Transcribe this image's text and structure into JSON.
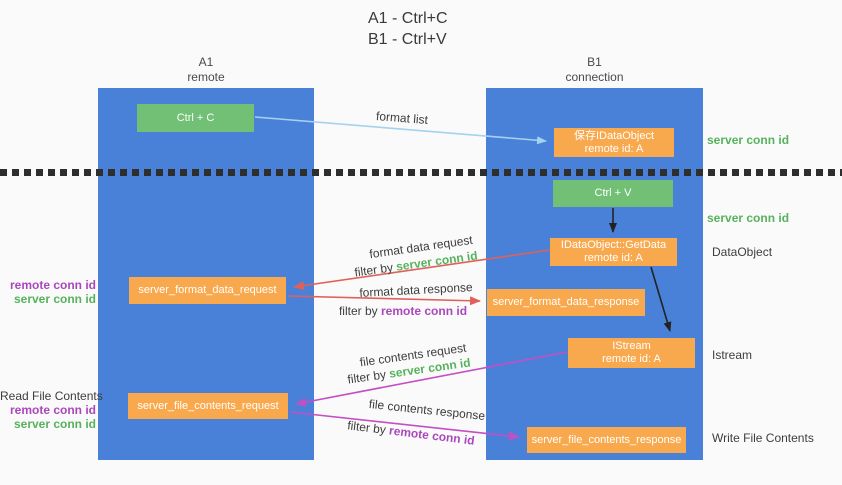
{
  "title": {
    "line1": "A1 - Ctrl+C",
    "line2": "B1 - Ctrl+V"
  },
  "columns": {
    "left": {
      "name": "A1",
      "role": "remote"
    },
    "right": {
      "name": "B1",
      "role": "connection"
    }
  },
  "nodes": {
    "ctrl_c": {
      "label": "Ctrl + C"
    },
    "save_idataobject": {
      "line1": "保存IDataObject",
      "line2": "remote id: A"
    },
    "ctrl_v": {
      "label": "Ctrl + V"
    },
    "getdata": {
      "line1": "IDataObject::GetData",
      "line2": "remote id: A"
    },
    "format_request": {
      "label": "server_format_data_request"
    },
    "format_response": {
      "label": "server_format_data_response"
    },
    "istream": {
      "line1": "IStream",
      "line2": "remote id: A"
    },
    "file_request": {
      "label": "server_file_contents_request"
    },
    "file_response": {
      "label": "server_file_contents_response"
    }
  },
  "side_labels": {
    "server_conn_id_top": "server conn id",
    "server_conn_id_mid": "server conn id",
    "dataobject": "DataObject",
    "istream": "Istream",
    "write_file_contents": "Write File Contents",
    "read_file_contents": "Read File Contents",
    "remote_conn_id_1": "remote conn id",
    "server_conn_id_1": "server conn id",
    "remote_conn_id_2": "remote conn id",
    "server_conn_id_2": "server conn id"
  },
  "arrow_labels": {
    "format_list": "format list",
    "format_data_request": "format data request",
    "filter_server_1": {
      "prefix": "filter by",
      "value": "server conn id"
    },
    "format_data_response": "format data response",
    "filter_remote_1": {
      "prefix": "filter by",
      "value": "remote conn id"
    },
    "file_contents_request": "file contents request",
    "filter_server_2": {
      "prefix": "filter by",
      "value": "server conn id"
    },
    "file_contents_response": "file contents response",
    "filter_remote_2": {
      "prefix": "filter by",
      "value": "remote conn id"
    }
  },
  "colors": {
    "column_blue": "#4a81d8",
    "box_green": "#72c076",
    "box_orange": "#f8a94e",
    "arrow_red": "#e0605a",
    "arrow_magenta": "#c44fc4",
    "arrow_light_blue": "#a5d2ee",
    "arrow_black": "#222222",
    "text_green": "#56b25c",
    "text_purple": "#ab47bc"
  }
}
